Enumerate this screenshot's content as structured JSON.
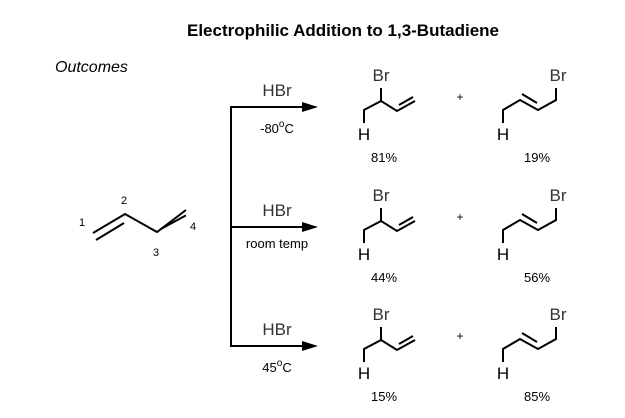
{
  "title": "Electrophilic Addition to 1,3-Butadiene",
  "subtitle": "Outcomes",
  "reactant": {
    "carbon_labels": [
      "1",
      "2",
      "3",
      "4"
    ]
  },
  "rows": [
    {
      "reagent": "HBr",
      "condition": "-80",
      "condition_sup": "o",
      "condition_unit": "C",
      "product1": {
        "br": "Br",
        "h": "H",
        "percent": "81%"
      },
      "plus": "+",
      "product2": {
        "br": "Br",
        "h": "H",
        "percent": "19%"
      }
    },
    {
      "reagent": "HBr",
      "condition": "room temp",
      "condition_sup": "",
      "condition_unit": "",
      "product1": {
        "br": "Br",
        "h": "H",
        "percent": "44%"
      },
      "plus": "+",
      "product2": {
        "br": "Br",
        "h": "H",
        "percent": "56%"
      }
    },
    {
      "reagent": "HBr",
      "condition": "45",
      "condition_sup": "o",
      "condition_unit": "C",
      "product1": {
        "br": "Br",
        "h": "H",
        "percent": "15%"
      },
      "plus": "+",
      "product2": {
        "br": "Br",
        "h": "H",
        "percent": "85%"
      }
    }
  ]
}
